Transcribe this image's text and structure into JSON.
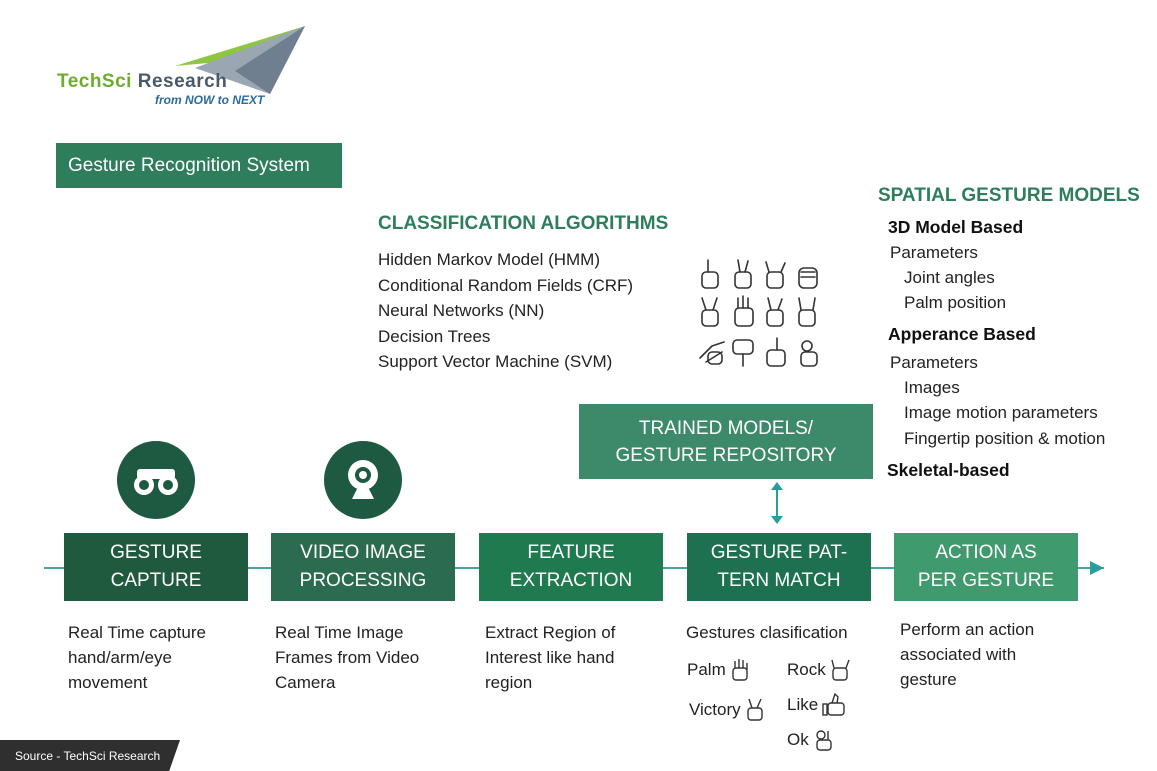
{
  "logo": {
    "tech": "TechSci",
    "research": " Research",
    "tagline": "from NOW to NEXT"
  },
  "title": "Gesture Recognition System",
  "classification": {
    "heading": "CLASSIFICATION ALGORITHMS",
    "items": [
      "Hidden Markov Model (HMM)",
      "Conditional Random Fields (CRF)",
      "Neural Networks (NN)",
      "Decision Trees",
      "Support Vector Machine (SVM)"
    ]
  },
  "spatial": {
    "heading": "SPATIAL GESTURE MODELS",
    "model1": "3D Model Based",
    "model1_params": "Parameters",
    "model1_p1": "Joint angles",
    "model1_p2": "Palm position",
    "model2": "Apperance Based",
    "model2_params": "Parameters",
    "model2_p1": "Images",
    "model2_p2": "Image motion parameters",
    "model2_p3": "Fingertip position & motion",
    "model3": "Skeletal-based"
  },
  "repository": {
    "line1": "TRAINED MODELS/",
    "line2": "GESTURE REPOSITORY"
  },
  "steps": [
    {
      "line1": "GESTURE",
      "line2": "CAPTURE",
      "desc": [
        "Real Time capture",
        "hand/arm/eye",
        "movement"
      ]
    },
    {
      "line1": "VIDEO IMAGE",
      "line2": "PROCESSING",
      "desc": [
        "Real Time Image",
        "Frames from Video",
        "Camera"
      ]
    },
    {
      "line1": "FEATURE",
      "line2": "EXTRACTION",
      "desc": [
        "Extract Region of",
        "Interest like hand",
        "region"
      ]
    },
    {
      "line1": "GESTURE PAT-",
      "line2": "TERN MATCH",
      "desc": [
        "Gestures clasification"
      ]
    },
    {
      "line1": "ACTION AS",
      "line2": "PER GESTURE",
      "desc": [
        "Perform an action",
        "associated with",
        "gesture"
      ]
    }
  ],
  "gestures": {
    "palm": "Palm",
    "rock": "Rock",
    "victory": "Victory",
    "like": "Like",
    "ok": "Ok"
  },
  "icons": {
    "step1": "binoculars-icon",
    "step2": "webcam-icon"
  },
  "colors": {
    "accent": "#2e7d5b",
    "timeline": "#4aa3a3"
  },
  "source": "Source - TechSci Research"
}
